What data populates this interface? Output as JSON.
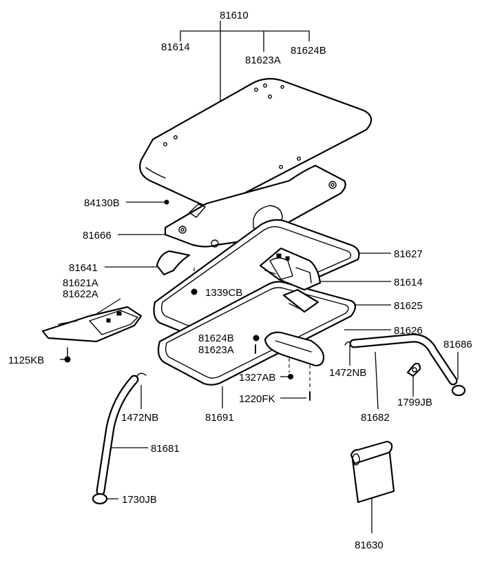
{
  "title": "81610",
  "labels": {
    "l81610": "81610",
    "l81614_top": "81614",
    "l81623A_top": "81623A",
    "l81624B_top": "81624B",
    "l84130B": "84130B",
    "l81666": "81666",
    "l81627": "81627",
    "l81641": "81641",
    "l81614": "81614",
    "l81621A": "81621A",
    "l81622A": "81622A",
    "l1339CB": "1339CB",
    "l81625": "81625",
    "l81626": "81626",
    "l81686": "81686",
    "l81624B": "81624B",
    "l81623A": "81623A",
    "l1125KB": "1125KB",
    "l1472NB_right": "1472NB",
    "l1327AB": "1327AB",
    "l1220FK": "1220FK",
    "l1799JB": "1799JB",
    "l1472NB_left": "1472NB",
    "l81691": "81691",
    "l81682": "81682",
    "l81681": "81681",
    "l1730JB": "1730JB",
    "l81630": "81630"
  },
  "colors": {
    "line": "#000000",
    "background": "#ffffff"
  }
}
